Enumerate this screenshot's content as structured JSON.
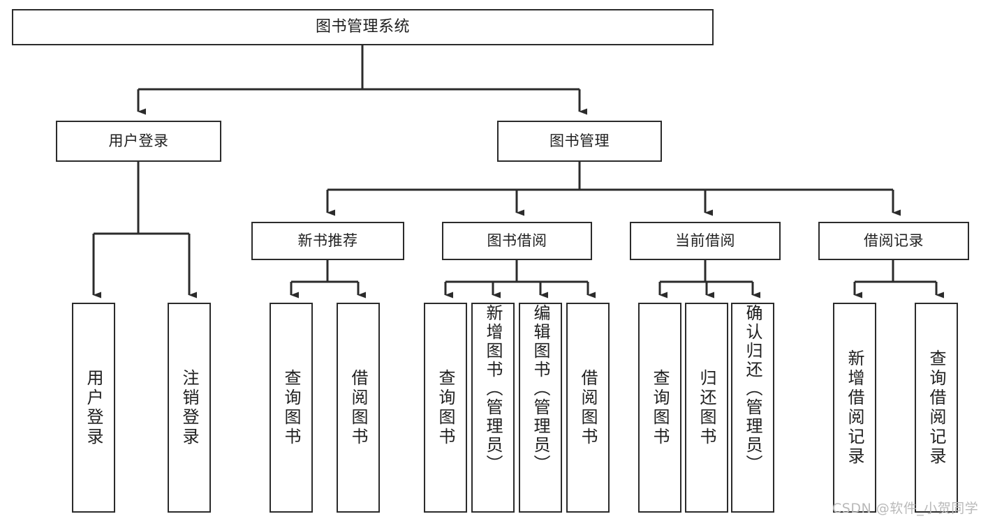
{
  "diagram": {
    "title": "图书管理系统",
    "type": "hierarchy-tree",
    "colors": {
      "background": "#ffffff",
      "node_border": "#2b2b2b",
      "node_fill": "#ffffff",
      "connector": "#2b2b2b",
      "text": "#1f1f1f",
      "watermark": "#b9b9b9"
    },
    "root": {
      "label": "图书管理系统"
    },
    "level1": [
      {
        "label": "用户登录"
      },
      {
        "label": "图书管理"
      }
    ],
    "level2": [
      {
        "label": "新书推荐"
      },
      {
        "label": "图书借阅"
      },
      {
        "label": "当前借阅"
      },
      {
        "label": "借阅记录"
      }
    ],
    "leaves": {
      "user_login": [
        {
          "label": "用户登录"
        },
        {
          "label": "注销登录"
        }
      ],
      "new_book_recommend": [
        {
          "label": "查询图书"
        },
        {
          "label": "借阅图书"
        }
      ],
      "book_borrow": [
        {
          "label": "查询图书"
        },
        {
          "label": "新增图书（管理员）"
        },
        {
          "label": "编辑图书（管理员）"
        },
        {
          "label": "借阅图书"
        }
      ],
      "current_borrow": [
        {
          "label": "查询图书"
        },
        {
          "label": "归还图书"
        },
        {
          "label": "确认归还（管理员）"
        }
      ],
      "borrow_record": [
        {
          "label": "新增借阅记录"
        },
        {
          "label": "查询借阅记录"
        }
      ]
    }
  },
  "watermark": {
    "text": "CSDN @软件_小贺同学"
  }
}
